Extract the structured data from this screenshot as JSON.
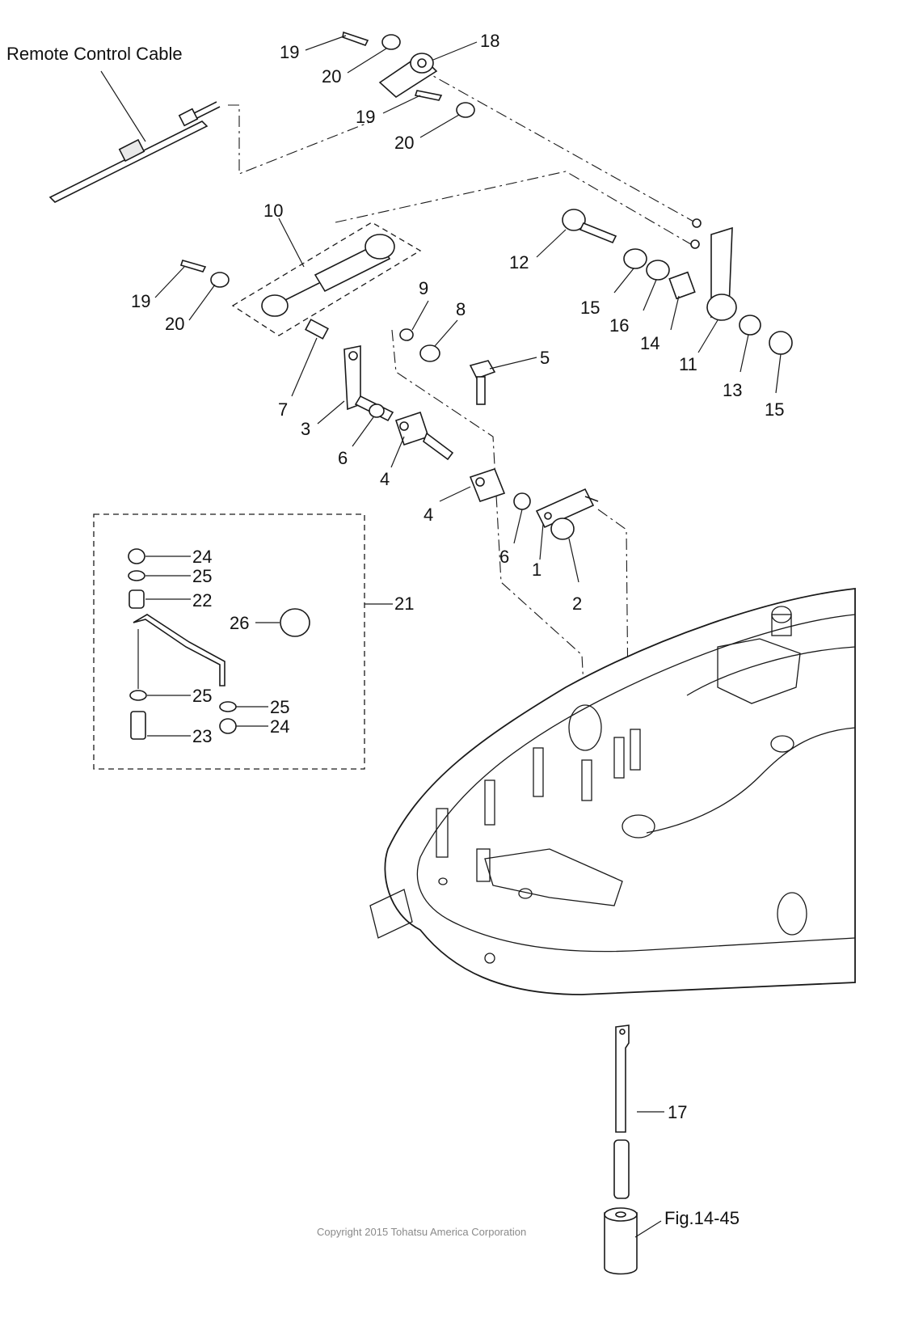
{
  "figure": {
    "title_label": "Remote Control Cable",
    "copyright": "Copyright 2015 Tohatsu America Corporation",
    "fig_ref": "Fig.14-45"
  },
  "callouts": {
    "c1": "1",
    "c2": "2",
    "c3": "3",
    "c4a": "4",
    "c4b": "4",
    "c5": "5",
    "c6a": "6",
    "c6b": "6",
    "c7": "7",
    "c8": "8",
    "c9": "9",
    "c10": "10",
    "c11": "11",
    "c12": "12",
    "c13": "13",
    "c14": "14",
    "c15a": "15",
    "c15b": "15",
    "c16": "16",
    "c17": "17",
    "c18": "18",
    "c19a": "19",
    "c19b": "19",
    "c19c": "19",
    "c20a": "20",
    "c20b": "20",
    "c20c": "20",
    "c21": "21",
    "c22": "22",
    "c23": "23",
    "c24a": "24",
    "c24b": "24",
    "c25a": "25",
    "c25b": "25",
    "c25c": "25",
    "c26": "26"
  }
}
